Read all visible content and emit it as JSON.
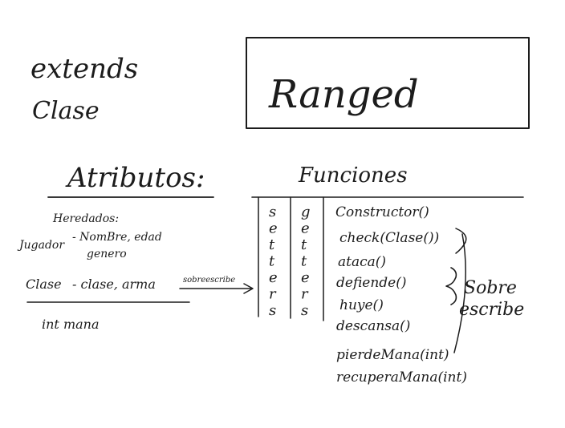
{
  "left": {
    "extends_label": "extends",
    "clase_label": "Clase",
    "atributos_title": "Atributos:",
    "heredados_label": "Heredados:",
    "jugador_label": "Jugador",
    "jugador_attrs_line1": "- NomBre, edad",
    "jugador_attrs_line2": "genero",
    "clase_row_label": "Clase",
    "clase_row_attrs": "- clase, arma",
    "sobreescribe_arrow_label": "sobreescribe",
    "own_attr": "int mana"
  },
  "right": {
    "class_name": "Ranged",
    "funciones_title": "Funciones",
    "setters_letters": [
      "s",
      "e",
      "t",
      "t",
      "e",
      "r",
      "s"
    ],
    "getters_letters": [
      "g",
      "e",
      "t",
      "t",
      "e",
      "r",
      "s"
    ],
    "methods": [
      "Constructor()",
      "check(Clase())",
      "ataca()",
      "defiende()",
      "huye()",
      "descansa()",
      "pierdeMana(int)",
      "recuperaMana(int)"
    ],
    "brace_label_line1": "Sobre",
    "brace_label_line2": "escribe"
  }
}
